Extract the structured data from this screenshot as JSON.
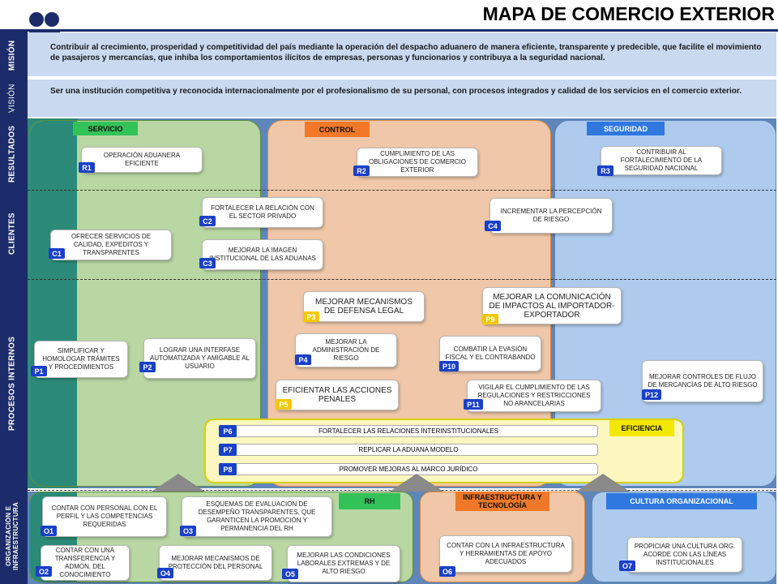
{
  "title": "MAPA DE COMERCIO EXTERIOR",
  "sidebar": {
    "mision": "MISIÓN",
    "vision": "VISIÓN",
    "resultados": "RESULTADOS",
    "clientes": "CLIENTES",
    "procesos": "PROCESOS INTERNOS",
    "organizacion": "ORGANIZACIÓN E INFRAESTRUCTURA"
  },
  "mission_text": "Contribuir al crecimiento, prosperidad y competitividad del país mediante la operación del despacho aduanero de manera eficiente, transparente y predecible, que facilite el movimiento de pasajeros y mercancías, que inhiba los comportamientos ilícitos de empresas, personas y funcionarios y contribuya a la seguridad nacional.",
  "vision_text": "Ser una institución competitiva y reconocida internacionalmente por el profesionalismo de su personal, con procesos integrados y calidad de los servicios en el comercio exterior.",
  "headers": {
    "servicio": "SERVICIO",
    "control": "CONTROL",
    "seguridad": "SEGURIDAD",
    "eficiencia": "EFICIENCIA",
    "rh": "RH",
    "infra": "INFRAESTRUCTURA Y TECNOLOGÍA",
    "cultura": "CULTURA ORGANIZACIONAL"
  },
  "results": [
    {
      "id": "R1",
      "text": "OPERACIÓN ADUANERA EFICIENTE"
    },
    {
      "id": "R2",
      "text": "CUMPLIMIENTO DE LAS OBLIGACIONES DE COMERCIO EXTERIOR"
    },
    {
      "id": "R3",
      "text": "CONTRIBUIR AL FORTALECIMIENTO DE LA SEGURIDAD NACIONAL"
    }
  ],
  "clients": [
    {
      "id": "C1",
      "text": "OFRECER SERVICIOS DE CALIDAD, EXPEDITOS Y TRANSPARENTES"
    },
    {
      "id": "C2",
      "text": "FORTALECER LA RELACIÓN CON EL SECTOR PRIVADO"
    },
    {
      "id": "C3",
      "text": "MEJORAR LA IMAGEN INSTITUCIONAL DE LAS ADUANAS"
    },
    {
      "id": "C4",
      "text": "INCREMENTAR LA PERCEPCIÓN DE RIESGO"
    }
  ],
  "processes": [
    {
      "id": "P1",
      "text": "SIMPLIFICAR Y HOMOLOGAR TRÁMITES Y PROCEDIMIENTOS"
    },
    {
      "id": "P2",
      "text": "LOGRAR UNA INTERFASE AUTOMATIZADA Y AMIGABLE AL USUARIO"
    },
    {
      "id": "P3",
      "text": "MEJORAR MECANISMOS DE DEFENSA LEGAL"
    },
    {
      "id": "P4",
      "text": "MEJORAR LA ADMINISTRACIÓN DE RIESGO"
    },
    {
      "id": "P5",
      "text": "EFICIENTAR LAS ACCIONES PENALES"
    },
    {
      "id": "P9",
      "text": "MEJORAR LA COMUNICACIÓN DE IMPACTOS AL IMPORTADOR-EXPORTADOR"
    },
    {
      "id": "P10",
      "text": "COMBATIR LA EVASIÓN FISCAL Y EL CONTRABANDO"
    },
    {
      "id": "P11",
      "text": "VIGILAR EL CUMPLIMIENTO DE LAS REGULACIONES Y RESTRICCIONES NO ARANCELARIAS"
    },
    {
      "id": "P12",
      "text": "MEJORAR CONTROLES DE FLUJO DE MERCANCÍAS DE ALTO RIESGO"
    }
  ],
  "efficiency": [
    {
      "id": "P6",
      "text": "FORTALECER LAS RELACIONES INTERINSTITUCIONALES"
    },
    {
      "id": "P7",
      "text": "REPLICAR LA ADUANA MODELO"
    },
    {
      "id": "P8",
      "text": "PROMOVER MEJORAS AL MARCO JURÍDICO"
    }
  ],
  "organization": [
    {
      "id": "O1",
      "text": "CONTAR CON PERSONAL CON EL PERFIL Y LAS COMPETENCIAS REQUERIDAS"
    },
    {
      "id": "O2",
      "text": "CONTAR CON UNA TRANSFERENCIA Y ADMON. DEL CONOCIMIENTO"
    },
    {
      "id": "O3",
      "text": "ESQUEMAS DE EVALUACIÓN DE DESEMPEÑO TRANSPARENTES, QUE GARANTICEN LA PROMOCIÓN Y PERMANENCIA DEL RH"
    },
    {
      "id": "O4",
      "text": "MEJORAR MECANISMOS DE PROTECCIÓN DEL PERSONAL"
    },
    {
      "id": "O5",
      "text": "MEJORAR LAS CONDICIONES LABORALES EXTREMAS Y DE ALTO RIESGO"
    },
    {
      "id": "O6",
      "text": "CONTAR CON LA INFRAESTRUCTURA Y HERRAMIENTAS DE APOYO ADECUADOS"
    },
    {
      "id": "O7",
      "text": "PROPICIAR UNA CULTURA ORG. ACORDE CON LAS LÍNEAS INSTITUCIONALES"
    }
  ]
}
